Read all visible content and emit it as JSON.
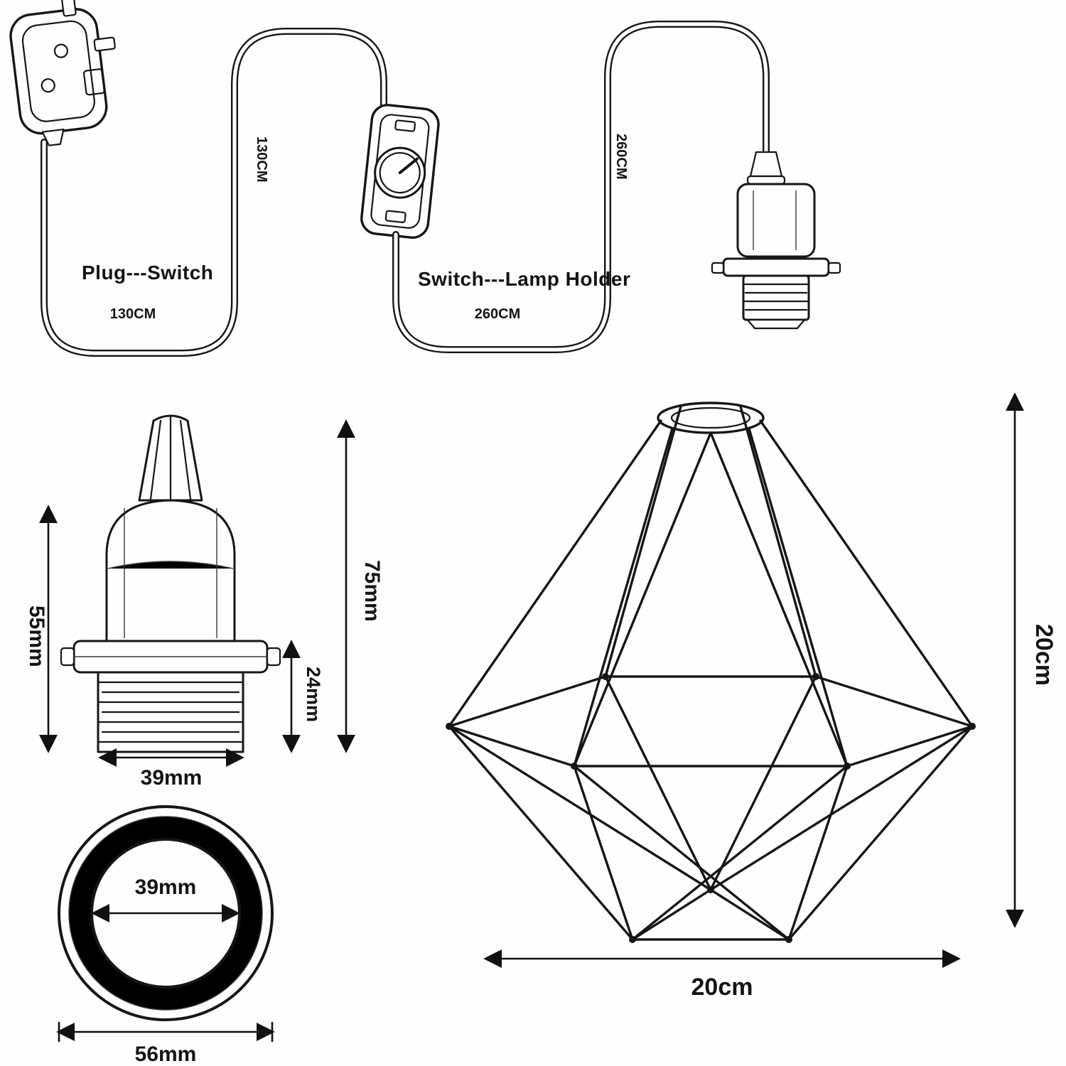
{
  "page": {
    "background": "#fefefe",
    "ink": "#161616"
  },
  "cable_diagram": {
    "plug_switch_label": "Plug---Switch",
    "plug_switch_length": "130CM",
    "cable1_length_vertical": "130CM",
    "switch_holder_label": "Switch---Lamp Holder",
    "switch_holder_length": "260CM",
    "cable2_length_vertical": "260CM"
  },
  "holder_detail": {
    "total_height": "75mm",
    "body_height": "55mm",
    "thread_height": "24mm",
    "thread_diameter": "39mm"
  },
  "ring_detail": {
    "inner_diameter": "39mm",
    "outer_diameter": "56mm"
  },
  "cage_detail": {
    "height": "20cm",
    "width": "20cm"
  }
}
